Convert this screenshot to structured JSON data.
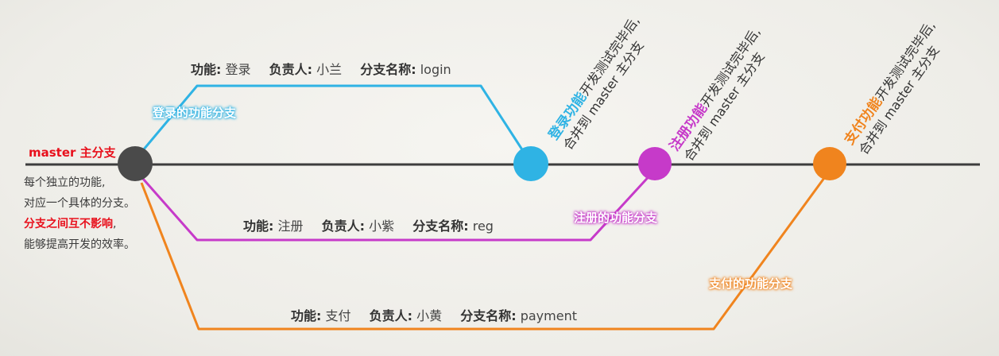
{
  "master": {
    "label": "master 主分支",
    "notes": [
      "每个独立的功能,",
      "对应一个具体的分支。",
      "分支之间互不影响",
      ",",
      "能够提高开发的效率。"
    ]
  },
  "fields": {
    "feature": "功能:",
    "owner": "负责人:",
    "branch_name": "分支名称:"
  },
  "branches": [
    {
      "id": "login",
      "feature": "登录",
      "owner": "小兰",
      "name": "login",
      "tag": "登录的功能分支",
      "merge_highlight": "登录功能",
      "merge_text1": "开发测试完毕后,",
      "merge_text2": "合并到 master 主分支",
      "color": "#2fb3e4"
    },
    {
      "id": "reg",
      "feature": "注册",
      "owner": "小紫",
      "name": "reg",
      "tag": "注册的功能分支",
      "merge_highlight": "注册功能",
      "merge_text1": "开发测试完毕后,",
      "merge_text2": "合并到 master 主分支",
      "color": "#c63ac9"
    },
    {
      "id": "payment",
      "feature": "支付",
      "owner": "小黄",
      "name": "payment",
      "tag": "支付的功能分支",
      "merge_highlight": "支付功能",
      "merge_text1": "开发测试完毕后,",
      "merge_text2": "合并到 master 主分支",
      "color": "#f0841e"
    }
  ],
  "colors": {
    "master_line": "#3d3d3d",
    "master_node": "#4a4a4a",
    "master_label": "#e8101c"
  }
}
